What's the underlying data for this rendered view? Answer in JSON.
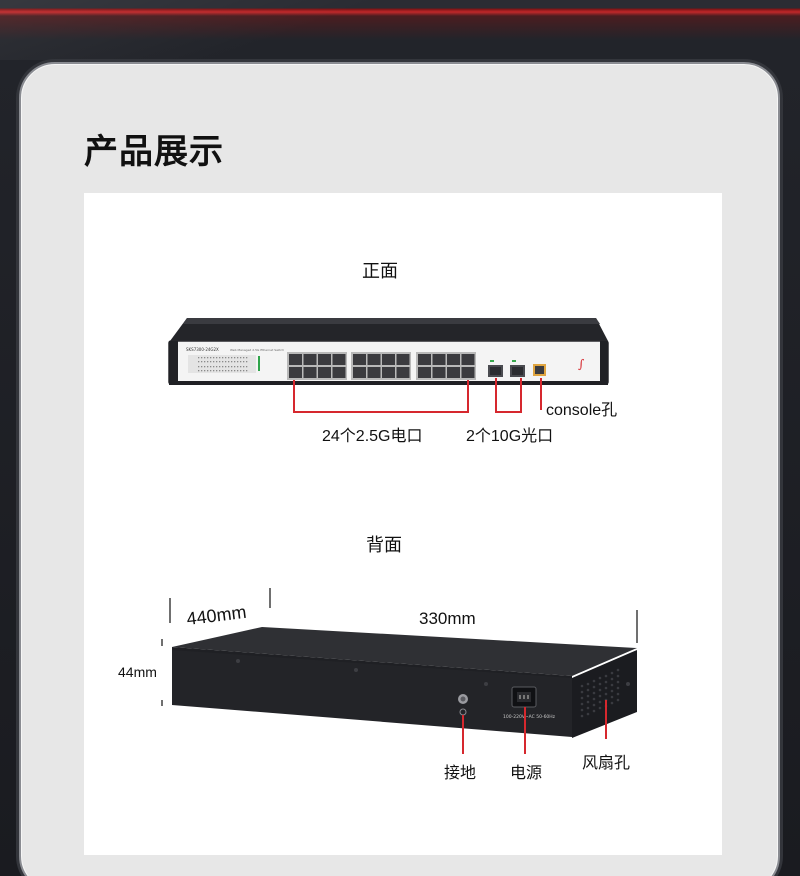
{
  "section_title": "产品展示",
  "front": {
    "label": "正面",
    "model_text": "SKS7300-24G2X",
    "desc_text": "Web Managed 2.5G Ethernet Switch",
    "ports_label": "24个2.5G电口",
    "sfp_label": "2个10G光口",
    "console_label": "console孔"
  },
  "back": {
    "label": "背面",
    "width_label": "440mm",
    "depth_label": "330mm",
    "height_label": "44mm",
    "power_spec": "100-220V~AC  50-60Hz",
    "ground_label": "接地",
    "power_label": "电源",
    "fan_label": "风扇孔"
  },
  "colors": {
    "accent": "#d6282e",
    "chassis": "#2b2c30",
    "panel": "#ffffff"
  }
}
